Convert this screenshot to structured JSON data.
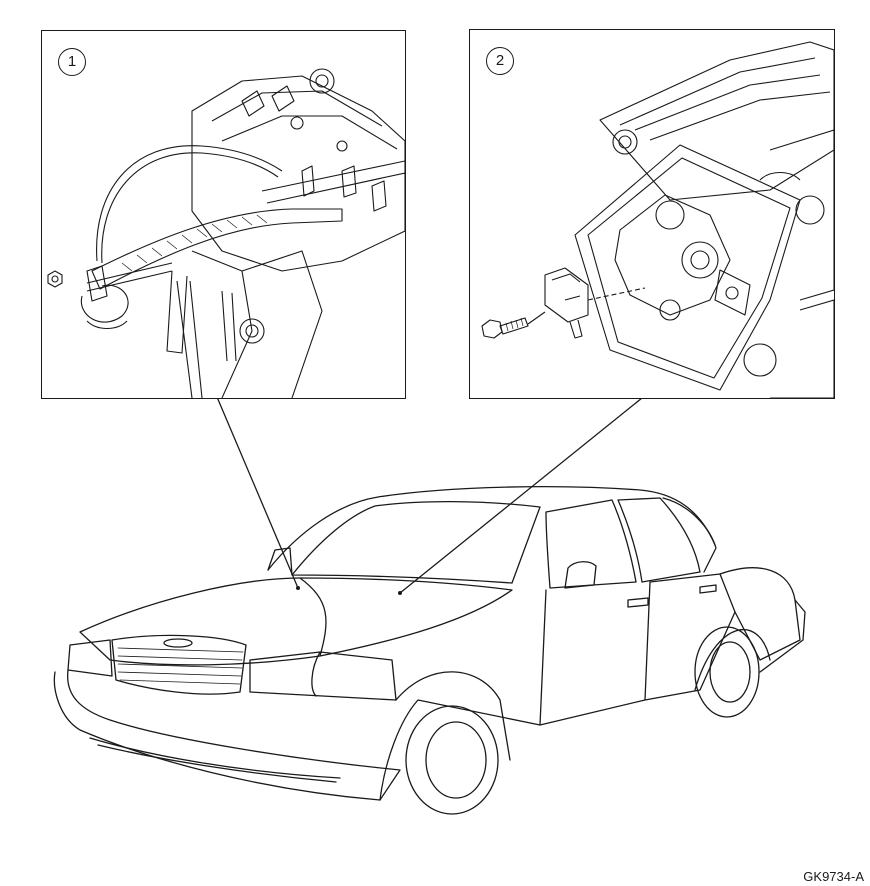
{
  "callouts": [
    {
      "number": "1"
    },
    {
      "number": "2"
    }
  ],
  "figure_code": "GK9734-A",
  "colors": {
    "line": "#1a1a1a",
    "background": "#ffffff"
  }
}
